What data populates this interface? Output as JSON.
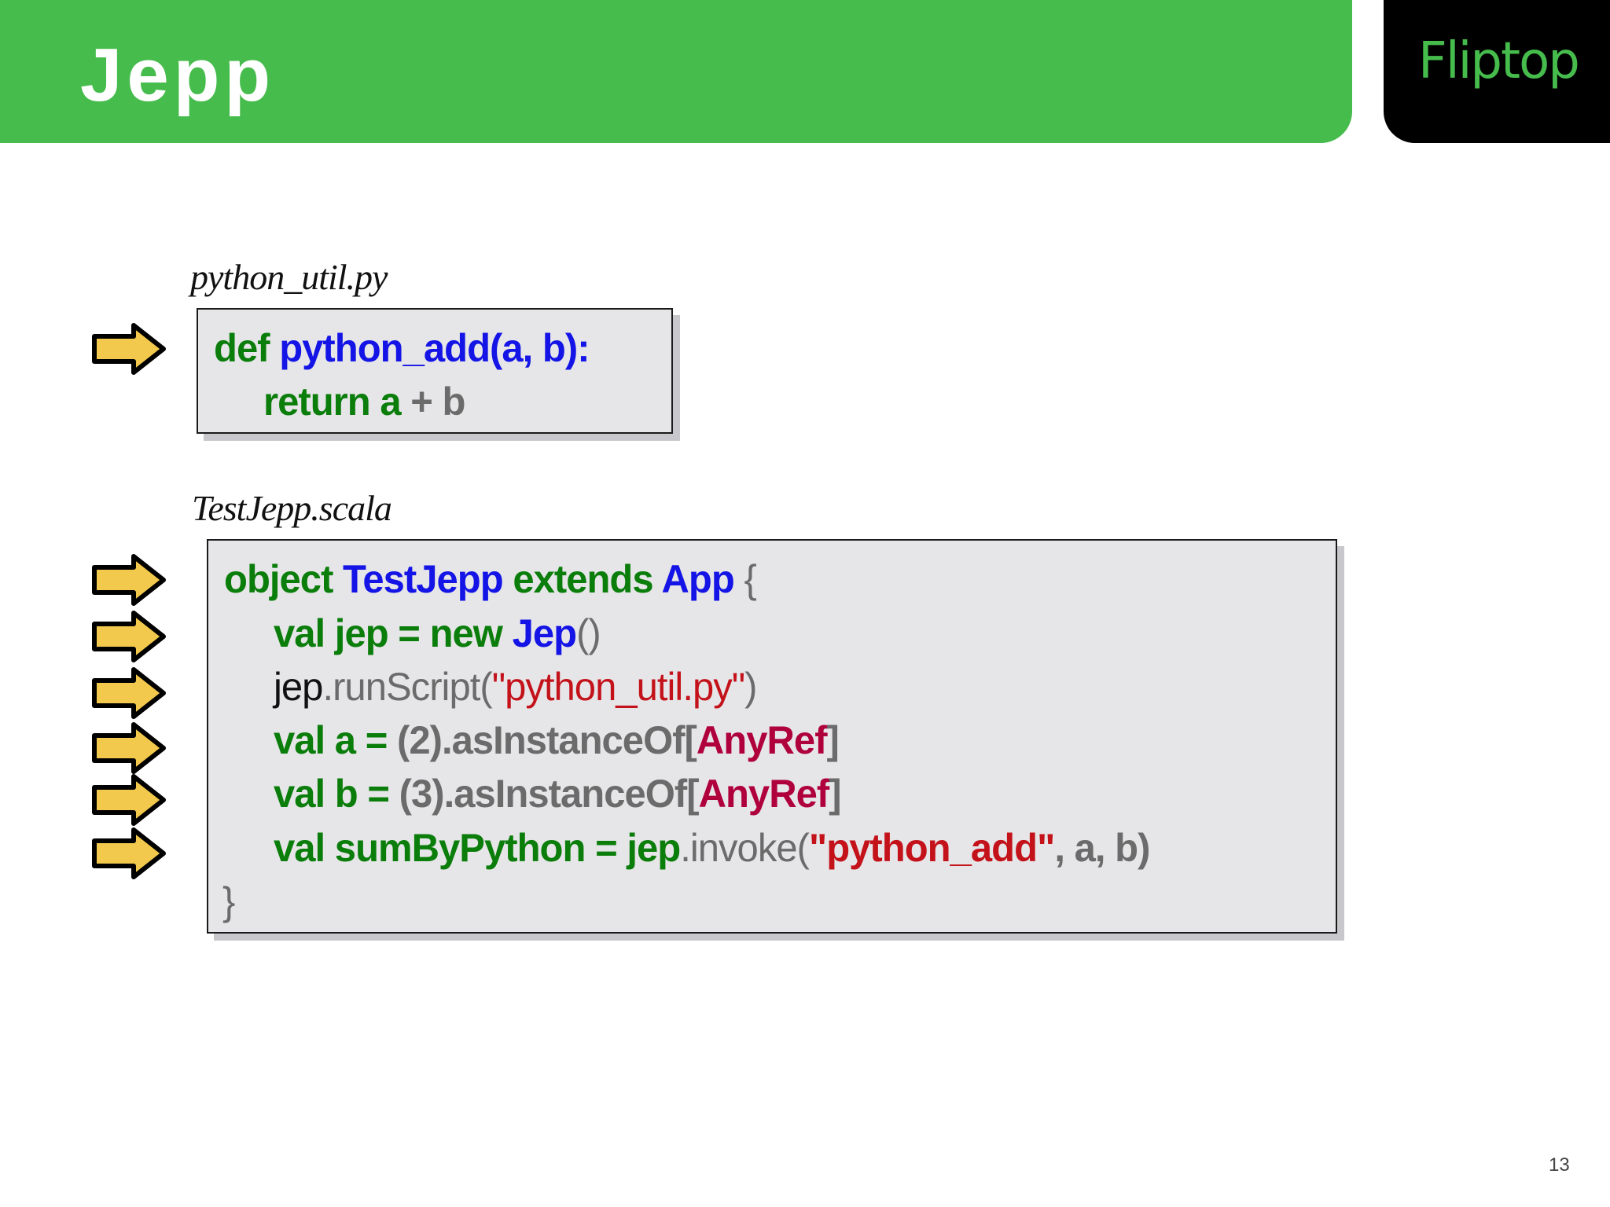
{
  "header": {
    "title": "Jepp",
    "logo": "Fliptop",
    "colors": {
      "title_bar": "#46bc4c",
      "logo_bg": "#000000",
      "logo_text": "#46bc4c"
    }
  },
  "python_file": {
    "label": "python_util.py",
    "lines": [
      {
        "tokens": [
          "def",
          " python_add(a, b):"
        ]
      },
      {
        "tokens": [
          "return a",
          " + b"
        ]
      }
    ]
  },
  "scala_file": {
    "label": "TestJepp.scala",
    "lines": [
      {
        "tokens": [
          "object ",
          "TestJepp",
          " extends ",
          "App",
          " {"
        ]
      },
      {
        "tokens": [
          "val jep = new ",
          "Jep",
          "()"
        ]
      },
      {
        "tokens": [
          "jep",
          ".runScript(",
          "\"python_util.py\"",
          ")"
        ]
      },
      {
        "tokens": [
          "val a = ",
          "(2).asInstanceOf[",
          "AnyRef",
          "]"
        ]
      },
      {
        "tokens": [
          "val b = ",
          "(3).asInstanceOf[",
          "AnyRef",
          "]"
        ]
      },
      {
        "tokens": [
          "val sumByPython = jep",
          ".invoke(",
          "\"python_add\"",
          ", a, b)"
        ]
      },
      {
        "tokens": [
          "}"
        ]
      }
    ]
  },
  "arrows": {
    "icon": "yellow-right-arrow-icon",
    "fill": "#f2c94c",
    "count": 7
  },
  "footer": {
    "page_number": "13"
  },
  "syntax_colors": {
    "keyword": "#0a7d0a",
    "identifier": "#1414e6",
    "punctuation": "#6b6b6b",
    "string": "#c4121a",
    "type": "#b0003c"
  }
}
